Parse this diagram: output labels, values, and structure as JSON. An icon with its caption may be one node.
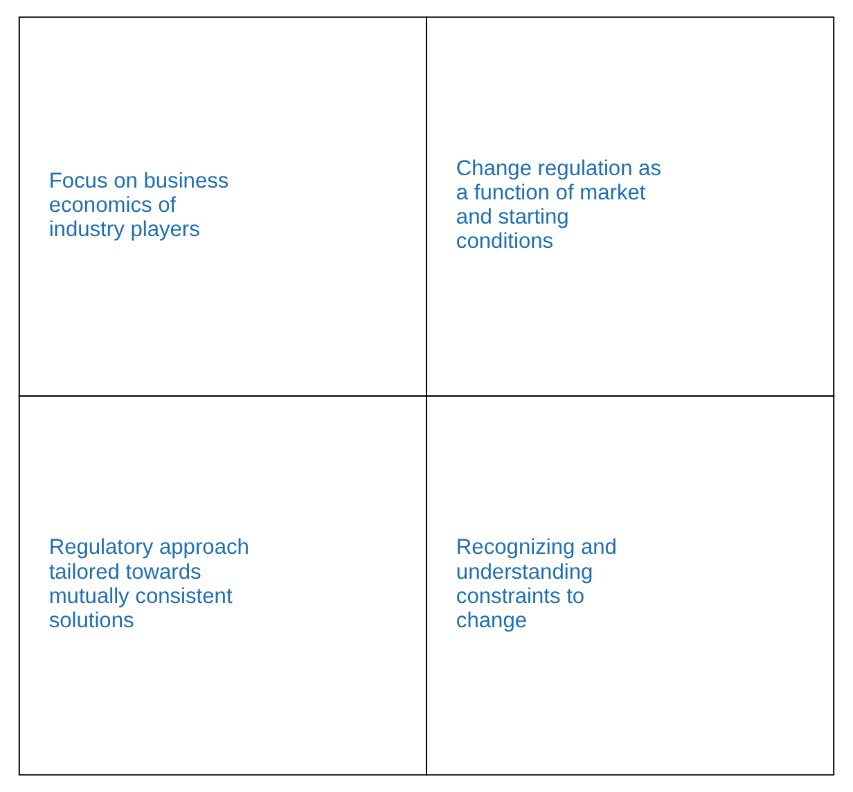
{
  "diagram": {
    "nodes": [
      {
        "text": [
          "Focus on business economics of industry players"
        ]
      },
      {
        "text": [
          "Change regulation as a function of market and starting conditions"
        ]
      },
      {
        "text": [
          "Regulatory approach tailored towards mutually consistent solutions"
        ]
      },
      {
        "text": [
          "Recognizing and understanding constraints to change"
        ]
      }
    ],
    "edges": []
  }
}
